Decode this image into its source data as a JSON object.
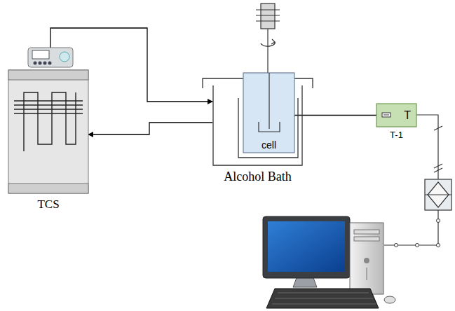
{
  "diagram": {
    "nodes": [
      {
        "text": [
          "TCS"
        ]
      },
      {
        "text": [
          "Alcohol Bath"
        ]
      },
      {
        "text": [
          "cell"
        ],
        "in": 1
      },
      {
        "text": [
          "T",
          "T-1"
        ]
      }
    ],
    "edges": [
      {
        "from": 0,
        "to": 1,
        "arrow": "to"
      },
      {
        "from": 1,
        "to": 0,
        "arrow": "to"
      },
      {
        "from": 2,
        "to": 3,
        "arrow": "none"
      }
    ]
  }
}
